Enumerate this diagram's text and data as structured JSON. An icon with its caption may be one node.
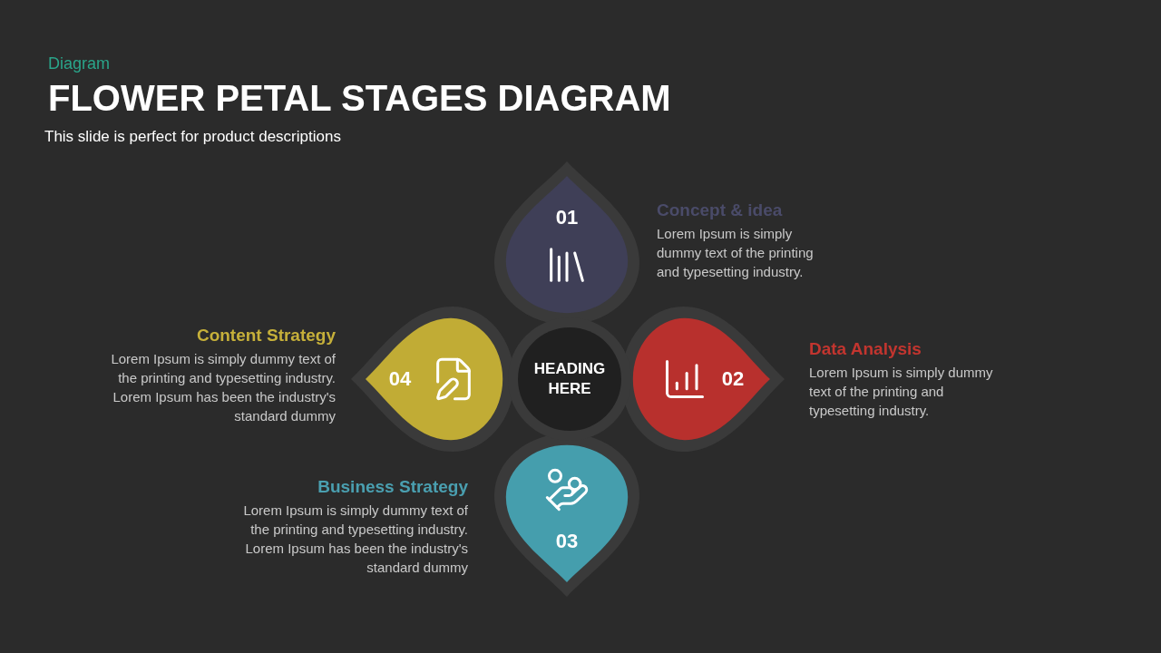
{
  "diagram": {
    "title": "FLOWER PETAL STAGES DIAGRAM",
    "nodes": [
      {
        "text": [
          "HEADING HERE"
        ]
      },
      {
        "text": [
          "01"
        ],
        "beside": [
          "Concept & idea",
          "Lorem Ipsum is simply dummy text of the printing and typesetting industry."
        ]
      },
      {
        "text": [
          "02"
        ],
        "beside": [
          "Data Analysis",
          "Lorem Ipsum is simply dummy text of the printing and typesetting industry."
        ]
      },
      {
        "text": [
          "03"
        ],
        "beside": [
          "Business Strategy",
          "Lorem Ipsum is simply dummy text of the printing and typesetting industry. Lorem Ipsum has been the industry's standard dummy"
        ]
      },
      {
        "text": [
          "04"
        ],
        "beside": [
          "Content Strategy",
          "Lorem Ipsum is simply dummy text of the printing and typesetting industry. Lorem Ipsum has been the industry's standard dummy"
        ]
      }
    ],
    "labels": [
      "Diagram",
      "This slide is perfect for product descriptions"
    ]
  }
}
